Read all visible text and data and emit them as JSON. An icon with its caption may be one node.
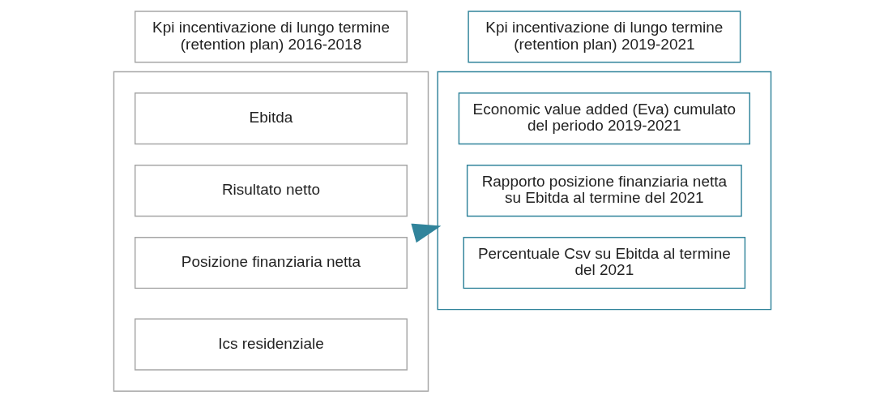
{
  "diagram": {
    "nodes": [
      {
        "text": [
          "Kpi incentivazione di lungo termine (retention plan) 2016-2018"
        ]
      },
      {
        "text": [
          "Kpi incentivazione di lungo termine (retention plan) 2019-2021"
        ]
      },
      {
        "text": [],
        "shape": "box"
      },
      {
        "text": [
          "Ebitda"
        ],
        "in": 2
      },
      {
        "text": [
          "Risultato netto"
        ],
        "in": 2
      },
      {
        "text": [
          "Posizione finanziaria netta"
        ],
        "in": 2
      },
      {
        "text": [
          "Ics residenziale"
        ],
        "in": 2
      },
      {
        "text": [],
        "shape": "box"
      },
      {
        "text": [
          "Economic value added (Eva) cumulato del periodo 2019-2021"
        ],
        "in": 7
      },
      {
        "text": [
          "Rapporto posizione finanziaria netta su Ebitda al termine del 2021"
        ],
        "in": 7
      },
      {
        "text": [
          "Percentuale Csv su Ebitda al termine del 2021"
        ],
        "in": 7
      }
    ],
    "edges": [
      {
        "from": 2,
        "to": 7,
        "arrow": "to"
      }
    ]
  }
}
